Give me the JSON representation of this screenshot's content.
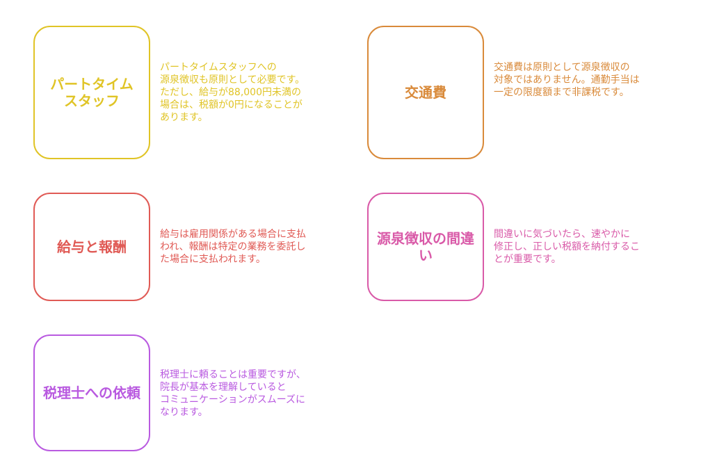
{
  "cards": [
    {
      "title": "パートタイム\nスタッフ",
      "description": "パートタイムスタッフへの\n源泉徴収も原則として必要です。\nただし、給与が88,000円未満の\n場合は、税額が0円になることが\nあります。",
      "color": "#e0c426"
    },
    {
      "title": "交通費",
      "description": "交通費は原則として源泉徴収の\n対象ではありません。通勤手当は\n一定の限度額まで非課税です。",
      "color": "#d98a3a"
    },
    {
      "title": "給与と報酬",
      "description": "給与は雇用関係がある場合に支払\nわれ、報酬は特定の業務を委託し\nた場合に支払われます。",
      "color": "#e05a55"
    },
    {
      "title": "源泉徴収の間違\nい",
      "description": "間違いに気づいたら、速やかに\n修正し、正しい税額を納付するこ\nとが重要です。",
      "color": "#d95aa8"
    },
    {
      "title": "税理士への依頼",
      "description": "税理士に頼ることは重要ですが、\n院長が基本を理解していると\nコミュニケーションがスムーズに\nなります。",
      "color": "#b95ae0"
    }
  ]
}
